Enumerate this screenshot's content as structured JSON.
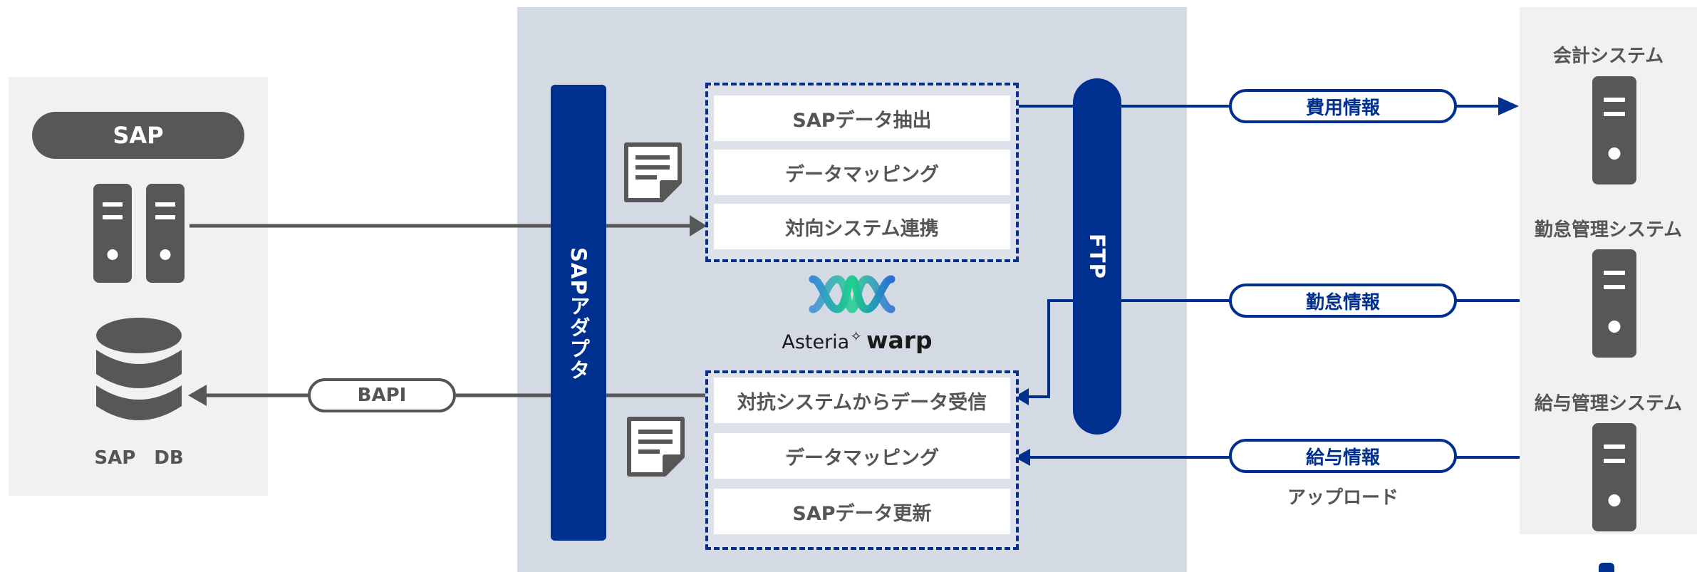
{
  "sap_block": {
    "title": "SAP",
    "db_label": "SAP　DB",
    "bapi_label": "BAPI"
  },
  "center_block": {
    "adapter_label": "SAPアダプタ",
    "ftp_label": "FTP",
    "export_steps": [
      "SAPデータ抽出",
      "データマッピング",
      "対向システム連携"
    ],
    "import_steps": [
      "対抗システムからデータ受信",
      "データマッピング",
      "SAPデータ更新"
    ],
    "logo_text_left": "Asteria",
    "logo_text_right": "warp"
  },
  "flows": {
    "expense": "費用情報",
    "attendance": "勤怠情報",
    "payroll": "給与情報",
    "upload_note": "アップロード"
  },
  "systems": [
    {
      "name": "会計システム"
    },
    {
      "name": "勤怠管理システム"
    },
    {
      "name": "給与管理システム"
    }
  ],
  "colors": {
    "navy": "#00308f",
    "gray": "#575757",
    "panel_light": "#f1f1f1",
    "panel_mid": "#d4dae4"
  }
}
